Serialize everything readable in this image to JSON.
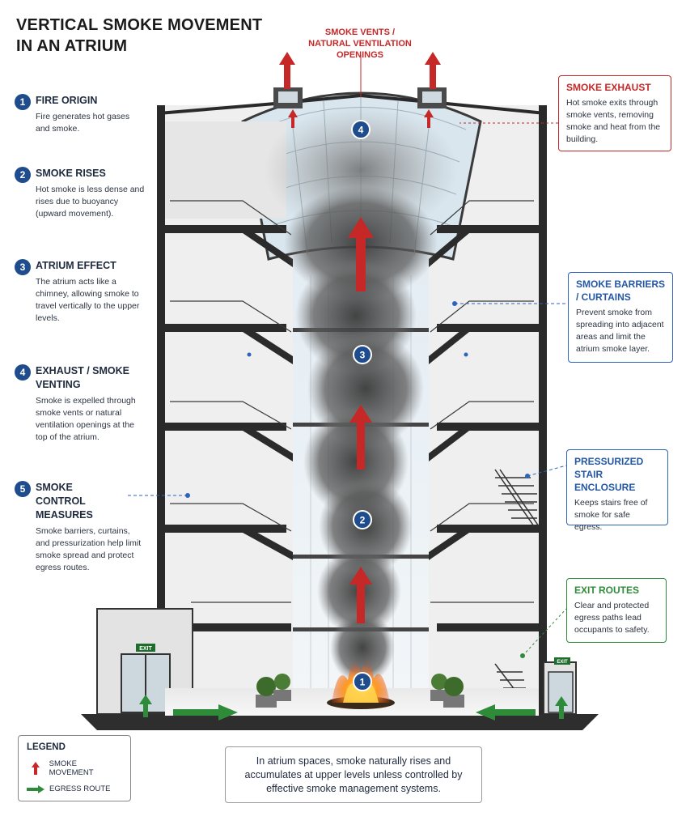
{
  "title": {
    "line1": "VERTICAL SMOKE MOVEMENT",
    "line2": "IN AN ATRIUM"
  },
  "top_label": {
    "line1": "SMOKE VENTS /",
    "line2": "NATURAL VENTILATION",
    "line3": "OPENINGS"
  },
  "steps": [
    {
      "num": "1",
      "title": "FIRE ORIGIN",
      "desc": "Fire generates hot gases and smoke."
    },
    {
      "num": "2",
      "title": "SMOKE RISES",
      "desc": "Hot smoke is less dense and rises due to buoyancy (upward movement)."
    },
    {
      "num": "3",
      "title": "ATRIUM EFFECT",
      "desc": "The atrium acts like a chimney, allowing smoke to travel vertically to the upper levels."
    },
    {
      "num": "4",
      "title": "EXHAUST / SMOKE VENTING",
      "desc": "Smoke is expelled through smoke vents or natural ventilation openings at the top of the atrium."
    },
    {
      "num": "5",
      "title": "SMOKE CONTROL MEASURES",
      "desc": "Smoke barriers, curtains, and pressurization help limit smoke spread and protect egress routes."
    }
  ],
  "callouts": {
    "exhaust": {
      "title": "SMOKE EXHAUST",
      "desc": "Hot smoke exits through smoke vents, removing smoke and heat from the building."
    },
    "barriers": {
      "title": "SMOKE BARRIERS / CURTAINS",
      "desc": "Prevent smoke from spreading into adjacent areas and limit the atrium smoke layer."
    },
    "stair": {
      "title": "PRESSURIZED STAIR ENCLOSURE",
      "desc": "Keeps stairs free of smoke for safe egress."
    },
    "exit": {
      "title": "EXIT ROUTES",
      "desc": "Clear and protected egress paths lead occupants to safety."
    }
  },
  "markers": {
    "m1": "1",
    "m2": "2",
    "m3": "3",
    "m4": "4"
  },
  "exit_signs": {
    "left": "EXIT",
    "right": "EXIT"
  },
  "legend": {
    "title": "LEGEND",
    "smoke": "SMOKE MOVEMENT",
    "egress": "EGRESS ROUTE"
  },
  "note": "In atrium spaces, smoke naturally rises and accumulates at upper levels unless controlled by effective smoke management systems.",
  "colors": {
    "smoke_arrow": "#c62828",
    "egress_arrow": "#2e8b3a",
    "marker": "#1e4c8c",
    "barrier_line": "#2d63b8"
  }
}
